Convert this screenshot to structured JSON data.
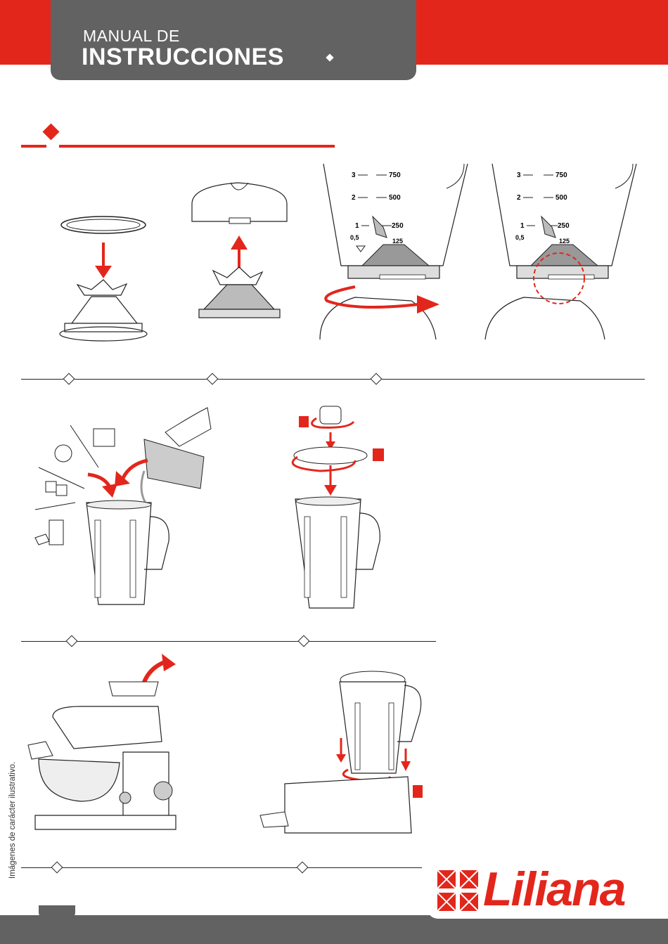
{
  "header": {
    "title_line1": "MANUAL DE",
    "title_line2": "INSTRUCCIONES"
  },
  "scale": {
    "cups": [
      "3",
      "2",
      "1",
      "0,5"
    ],
    "ml": [
      "750",
      "500",
      "250",
      "125"
    ]
  },
  "side_note": "Imágenes de carácter ilustrativo.",
  "brand": {
    "name": "Liliana"
  },
  "colors": {
    "accent": "#e3261c",
    "gray": "#626262"
  },
  "icons": [
    "lock-icon",
    "arrow-icon",
    "diamond-icon"
  ]
}
